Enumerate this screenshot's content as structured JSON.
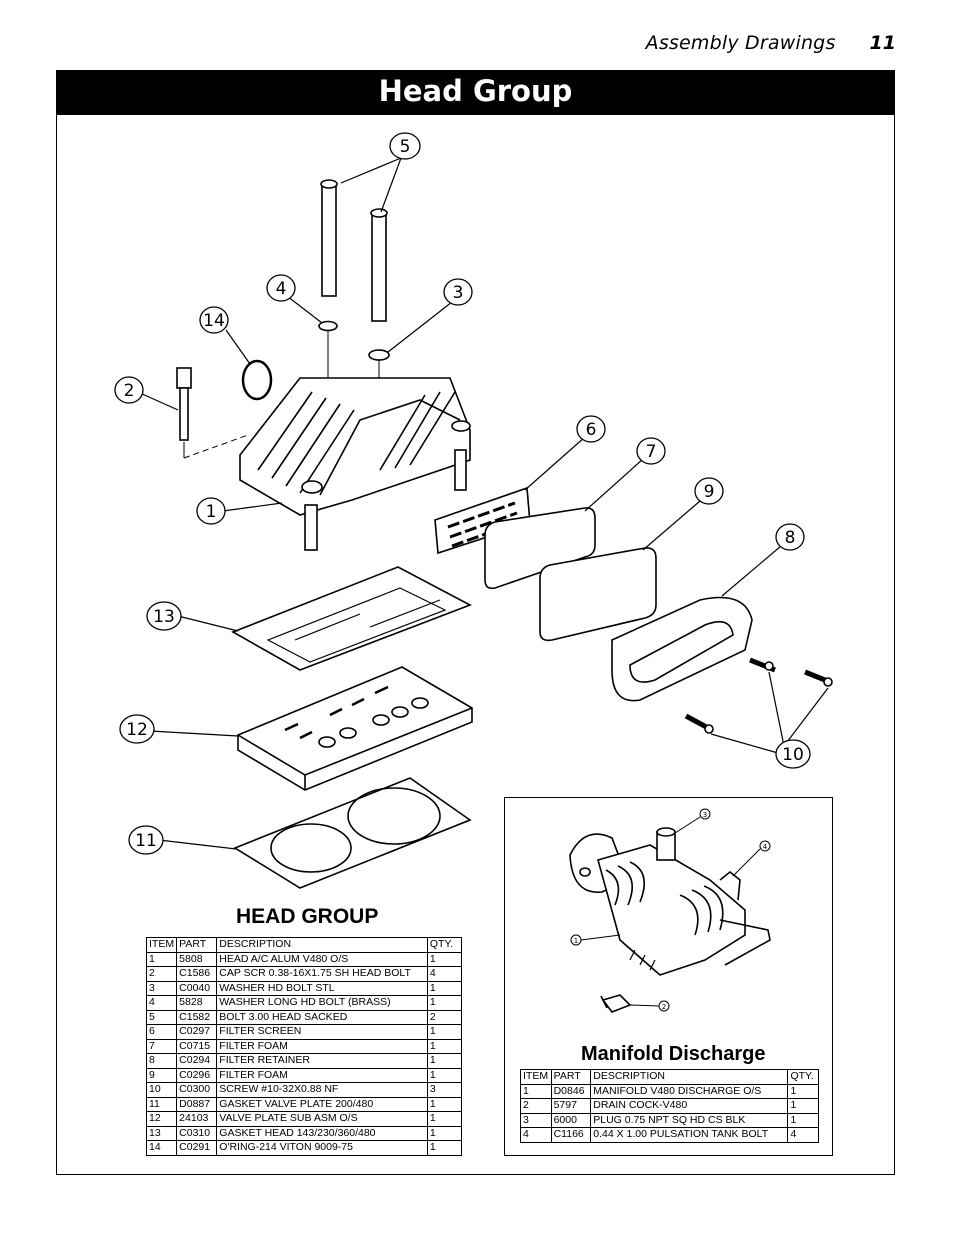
{
  "header": {
    "section": "Assembly Drawings",
    "page_number": "11"
  },
  "title": "Head Group",
  "callouts": {
    "c1": "1",
    "c2": "2",
    "c3": "3",
    "c4": "4",
    "c5": "5",
    "c6": "6",
    "c7": "7",
    "c8": "8",
    "c9": "9",
    "c10": "10",
    "c11": "11",
    "c12": "12",
    "c13": "13",
    "c14": "14"
  },
  "manifold_callouts": {
    "m1": "1",
    "m2": "2",
    "m3": "3",
    "m4": "4"
  },
  "head_group": {
    "title": "HEAD GROUP",
    "columns": [
      "ITEM",
      "PART",
      "DESCRIPTION",
      "QTY."
    ],
    "rows": [
      [
        "1",
        "5808",
        "HEAD A/C ALUM V480 O/S",
        "1"
      ],
      [
        "2",
        "C1586",
        "CAP SCR 0.38-16X1.75 SH HEAD BOLT",
        "4"
      ],
      [
        "3",
        "C0040",
        "WASHER HD BOLT STL",
        "1"
      ],
      [
        "4",
        "5828",
        "WASHER LONG HD BOLT (BRASS)",
        "1"
      ],
      [
        "5",
        "C1582",
        "BOLT 3.00 HEAD SACKED",
        "2"
      ],
      [
        "6",
        "C0297",
        "FILTER SCREEN",
        "1"
      ],
      [
        "7",
        "C0715",
        "FILTER FOAM",
        "1"
      ],
      [
        "8",
        "C0294",
        "FILTER RETAINER",
        "1"
      ],
      [
        "9",
        "C0296",
        "FILTER FOAM",
        "1"
      ],
      [
        "10",
        "C0300",
        "SCREW #10-32X0.88 NF",
        "3"
      ],
      [
        "11",
        "D0887",
        "GASKET VALVE PLATE 200/480",
        "1"
      ],
      [
        "12",
        "24103",
        "VALVE PLATE SUB ASM O/S",
        "1"
      ],
      [
        "13",
        "C0310",
        "GASKET HEAD 143/230/360/480",
        "1"
      ],
      [
        "14",
        "C0291",
        "O'RING-214 VITON 9009-75",
        "1"
      ]
    ]
  },
  "manifold": {
    "title": "Manifold Discharge",
    "columns": [
      "ITEM",
      "PART",
      "DESCRIPTION",
      "QTY."
    ],
    "rows": [
      [
        "1",
        "D0846",
        "MANIFOLD V480 DISCHARGE O/S",
        "1"
      ],
      [
        "2",
        "5797",
        "DRAIN COCK-V480",
        "1"
      ],
      [
        "3",
        "6000",
        "PLUG 0.75 NPT SQ HD CS BLK",
        "1"
      ],
      [
        "4",
        "C1166",
        "0.44 X 1.00 PULSATION TANK BOLT",
        "4"
      ]
    ]
  }
}
